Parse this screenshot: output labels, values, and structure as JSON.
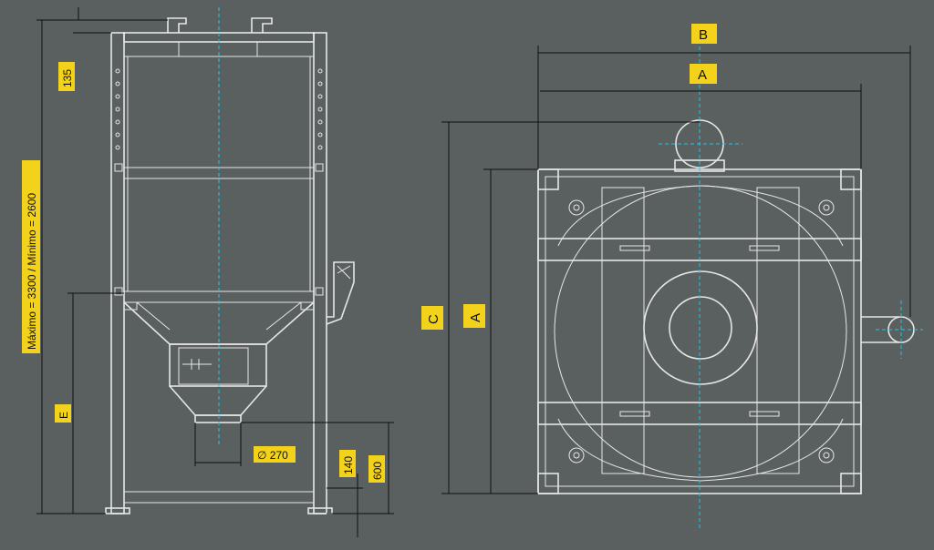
{
  "labels": {
    "max_min": "Máximo = 3300 / Mínimo = 2600",
    "dim_135": "135",
    "dim_e": "E",
    "dim_diameter": "∅ 270",
    "dim_140": "140",
    "dim_600": "600",
    "dim_b": "B",
    "dim_a_top": "A",
    "dim_c": "C",
    "dim_a_side": "A"
  },
  "colors": {
    "background": "#5a5f60",
    "line": "#e6e6e6",
    "dimension": "#111111",
    "center_axis": "#1ec8e0",
    "label_fill": "#f2d21a"
  }
}
